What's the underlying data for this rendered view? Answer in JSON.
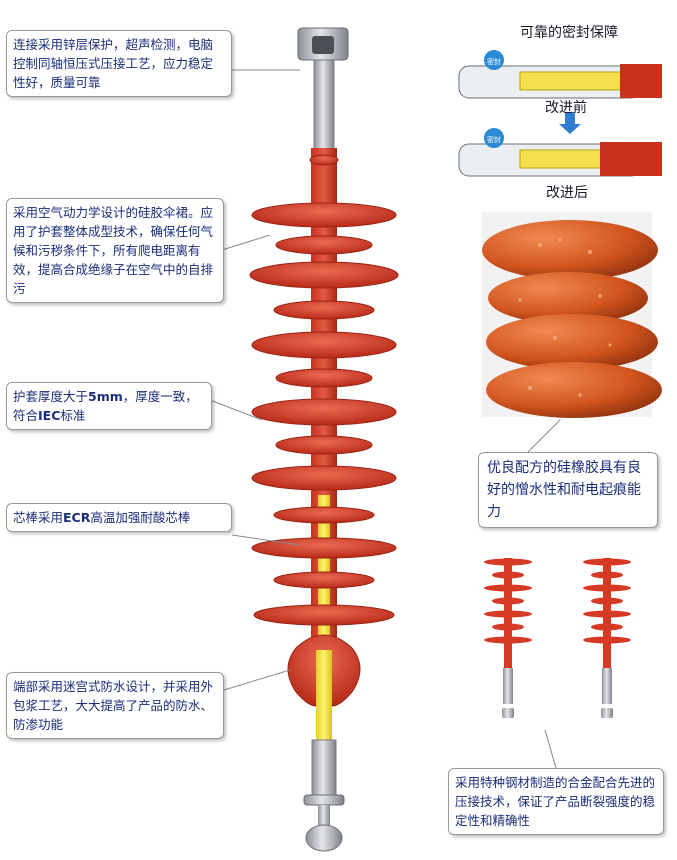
{
  "callouts": {
    "galvanize": "连接采用锌层保护，超声检测，电脑控制同轴恒压式压接工艺，应力稳定性好，质量可靠",
    "aerodynamic": "采用空气动力学设计的硅胶伞裙。应用了护套整体成型技术，确保任何气候和污秽条件下，所有爬电距离有效，提高合成绝缘子在空气中的自排污",
    "sheath": {
      "prefix": "护套厚度大于",
      "value": "5mm",
      "middle": "，厚度一致，符合",
      "standard": "IEC",
      "suffix": "标准"
    },
    "core": {
      "prefix": "芯棒采用",
      "material": "ECR",
      "suffix": "高温加强耐酸芯棒"
    },
    "waterproof": "端部采用迷宫式防水设计，并采用外包浆工艺，大大提高了产品的防水、防渗功能",
    "rubber": "优良配方的硅橡胶具有良好的憎水性和耐电起痕能力",
    "steel": "采用特种钢材制造的合金配合先进的压接技术，保证了产品断裂强度的稳定性和精确性"
  },
  "seal": {
    "title": "可靠的密封保障",
    "before": "改进前",
    "after": "改进后",
    "badge": "密封"
  },
  "colors": {
    "shed_red": "#d63a24",
    "shed_dark": "#9c2414",
    "core_yellow": "#f2e34a",
    "metal_grey": "#b9bcc2",
    "callout_text": "#1a2d7a",
    "callout_border": "#9a9a9a"
  }
}
